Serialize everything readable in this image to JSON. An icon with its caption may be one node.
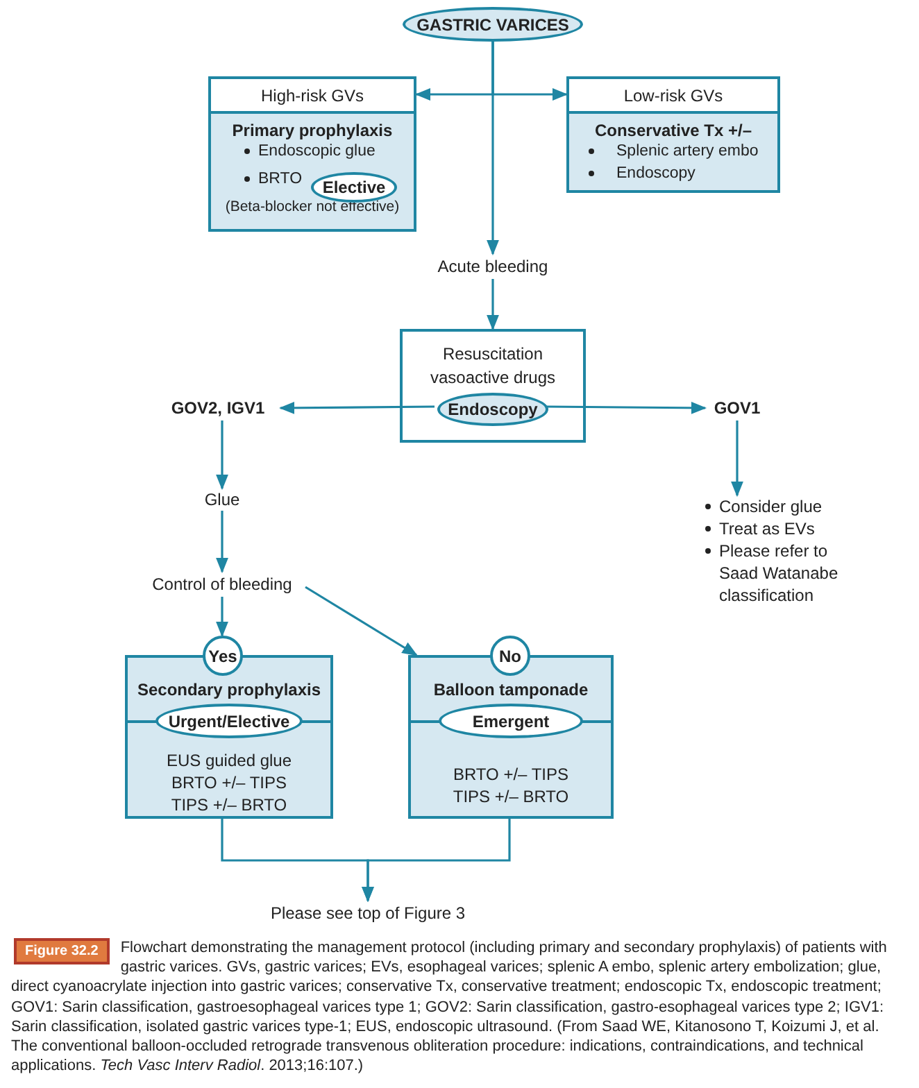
{
  "diagram": {
    "nodes": [
      {
        "text": [
          "GASTRIC VARICES"
        ]
      },
      {
        "text": [
          "High-risk GVs",
          "Primary prophylaxis",
          "Endoscopic glue",
          "BRTO",
          "(Beta-blocker not effective)"
        ]
      },
      {
        "text": [
          "Elective"
        ],
        "in": 1
      },
      {
        "text": [
          "Low-risk GVs",
          "Conservative Tx +/–",
          "Splenic artery embo",
          "Endoscopy"
        ]
      },
      {
        "text": [
          "Acute bleeding"
        ]
      },
      {
        "text": [
          "Resuscitation vasoactive drugs"
        ]
      },
      {
        "text": [
          "Endoscopy"
        ],
        "in": 5
      },
      {
        "text": [
          "GOV2, IGV1"
        ]
      },
      {
        "text": [
          "GOV1"
        ]
      },
      {
        "text": [
          "Glue"
        ]
      },
      {
        "text": [
          "Consider glue",
          "Treat as EVs",
          "Please refer to Saad Watanabe classification"
        ]
      },
      {
        "text": [
          "Control of bleeding"
        ]
      },
      {
        "text": [
          "Yes"
        ]
      },
      {
        "text": [
          "Secondary prophylaxis",
          "EUS guided glue",
          "BRTO +/– TIPS",
          "TIPS +/– BRTO"
        ]
      },
      {
        "text": [
          "Urgent/Elective"
        ],
        "in": 13
      },
      {
        "text": [
          "No"
        ]
      },
      {
        "text": [
          "Balloon tamponade",
          "BRTO +/– TIPS",
          "TIPS +/– BRTO"
        ]
      },
      {
        "text": [
          "Emergent"
        ],
        "in": 16
      },
      {
        "text": [
          "Please see top of Figure 3"
        ]
      }
    ],
    "edges": [
      {
        "from": 0,
        "to": 1,
        "arrow": "to"
      },
      {
        "from": 0,
        "to": 3,
        "arrow": "to"
      },
      {
        "from": 0,
        "to": 4,
        "arrow": "to"
      },
      {
        "from": 4,
        "to": 5,
        "arrow": "to"
      },
      {
        "from": 6,
        "to": 7,
        "arrow": "to"
      },
      {
        "from": 6,
        "to": 8,
        "arrow": "to"
      },
      {
        "from": 7,
        "to": 9,
        "arrow": "to"
      },
      {
        "from": 9,
        "to": 11,
        "arrow": "to"
      },
      {
        "from": 8,
        "to": 10,
        "arrow": "to"
      },
      {
        "from": 11,
        "to": 12,
        "arrow": "to"
      },
      {
        "from": 11,
        "to": 16,
        "arrow": "to"
      },
      {
        "from": 13,
        "to": 18,
        "arrow": "to"
      },
      {
        "from": 16,
        "to": 18,
        "arrow": "to"
      }
    ],
    "labels": [
      "Figure 32.2"
    ],
    "caption": "Flowchart demonstrating the management protocol (including primary and secondary prophylaxis) of patients with gastric varices. GVs, gastric varices; EVs, esophageal varices; splenic A embo, splenic artery embolization; glue, direct cyanoacrylate injection into gastric varices; conservative Tx, conservative treatment; endoscopic Tx, endoscopic treatment; GOV1: Sarin classification, gastroesophageal varices type 1; GOV2: Sarin classification, gastro-esophageal varices type 2; IGV1: Sarin classification, isolated gastric varices type-1; EUS, endoscopic ultrasound. (From Saad WE, Kitanosono T, Koizumi J, et al. The conventional balloon-occluded retrograde transvenous obliteration procedure: indications, contraindications, and technical applications. *Tech Vasc Interv Radiol*. 2013;16:107.)"
  }
}
